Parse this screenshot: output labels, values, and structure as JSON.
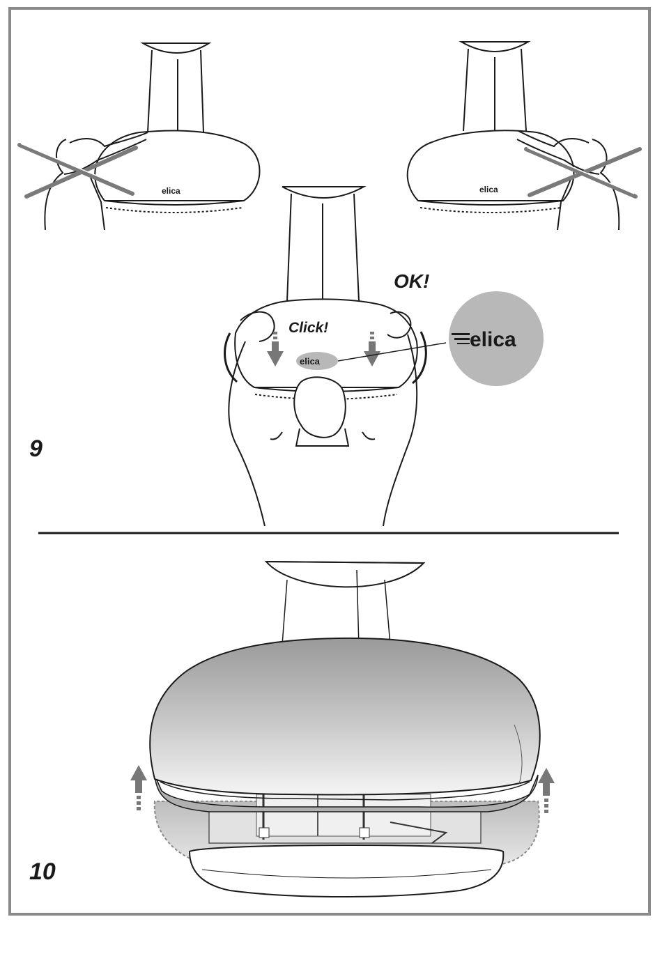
{
  "step_top": {
    "number": "9",
    "ok_label": "OK!",
    "click_label": "Click!"
  },
  "step_bottom": {
    "number": "10"
  },
  "brand": {
    "name": "elica"
  },
  "colors": {
    "frame": "#8a8a8a",
    "line": "#1a1a1a",
    "cross": "#7a7a7a",
    "badge": "#b8b8b8",
    "arrow": "#777777"
  },
  "icons": [
    "cross-mark-icon",
    "down-arrow-icon",
    "up-arrow-icon",
    "magnifier-callout-icon"
  ]
}
